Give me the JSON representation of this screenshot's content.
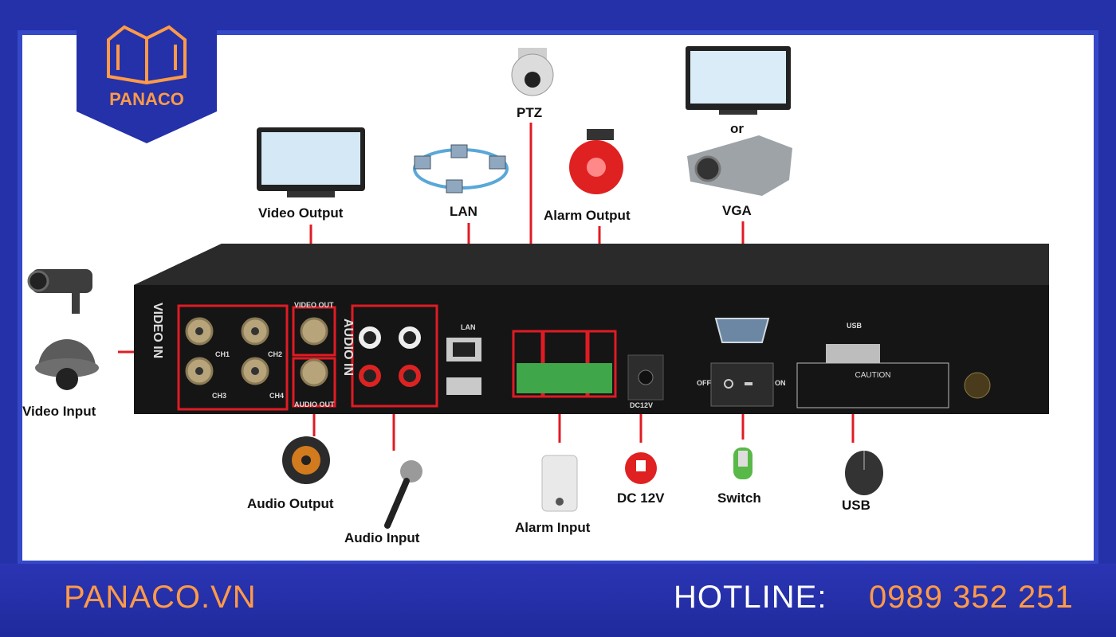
{
  "brand": {
    "name": "PANACO",
    "accent": "#ff9a48",
    "primary": "#2431a8"
  },
  "footer": {
    "site": "PANACO.VN",
    "hotline_label": "HOTLINE:",
    "phone": "0989 352 251"
  },
  "labels": {
    "video_output": "Video Output",
    "lan": "LAN",
    "ptz": "PTZ",
    "alarm_output": "Alarm Output",
    "or": "or",
    "vga": "VGA",
    "video_input": "Video Input",
    "audio_output": "Audio Output",
    "audio_input": "Audio Input",
    "alarm_input": "Alarm Input",
    "dc12v": "DC 12V",
    "switch": "Switch",
    "usb": "USB"
  },
  "panel_text": {
    "video_in": "VIDEO IN",
    "audio_in": "AUDIO IN",
    "video_out": "VIDEO OUT",
    "audio_out": "AUDIO OUT",
    "ch1": "CH1",
    "ch2": "CH2",
    "ch3": "CH3",
    "ch4": "CH4",
    "lan_port": "LAN",
    "dc12v_port": "DC12V",
    "off": "OFF",
    "on": "ON",
    "usb_port": "USB",
    "caution": "CAUTION"
  },
  "colors": {
    "callout": "#e01b24",
    "dvr_body": "#1e1e1e"
  }
}
